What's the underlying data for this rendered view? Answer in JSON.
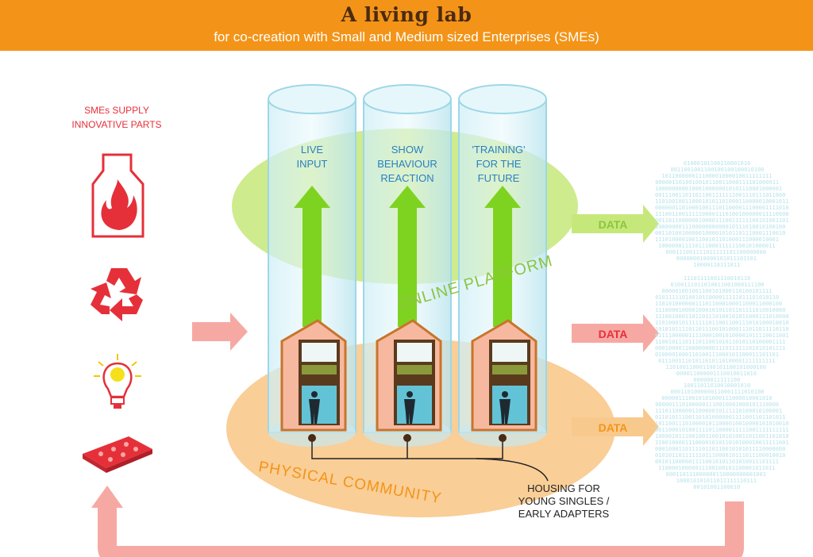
{
  "header": {
    "title": "A living lab",
    "subtitle": "for co-creation with Small and Medium sized Enterprises (SMEs)"
  },
  "sme": {
    "line1": "SMEs SUPPLY",
    "line2": "INNOVATIVE PARTS",
    "icons": [
      "fire-icon",
      "recycle-icon",
      "light-bulb-icon",
      "solar-panel-icon"
    ]
  },
  "tubes": [
    {
      "lines": [
        "LIVE",
        "INPUT"
      ]
    },
    {
      "lines": [
        "SHOW",
        "BEHAVIOUR",
        "REACTION"
      ]
    },
    {
      "lines": [
        "'TRAINING'",
        "FOR THE",
        "FUTURE"
      ]
    }
  ],
  "online_platform": "ONLINE PLATFORM",
  "physical_community": "PHYSICAL COMMUNITY",
  "housing": {
    "lines": [
      "HOUSING FOR",
      "YOUNG SINGLES /",
      "EARLY ADAPTERS"
    ]
  },
  "data_arrows": [
    {
      "label": "DATA",
      "color": "#8bc53f"
    },
    {
      "label": "DATA",
      "color": "#e5303a"
    },
    {
      "label": "DATA",
      "color": "#f39418"
    }
  ],
  "colors": {
    "header": "#f39418",
    "title": "#4a2a12",
    "sme_red": "#e5303a",
    "tube_text": "#2a7fc1",
    "online_green": "#bfe36a",
    "community_orange": "#f8c98c",
    "feedback_pink": "#f6a9a3"
  }
}
